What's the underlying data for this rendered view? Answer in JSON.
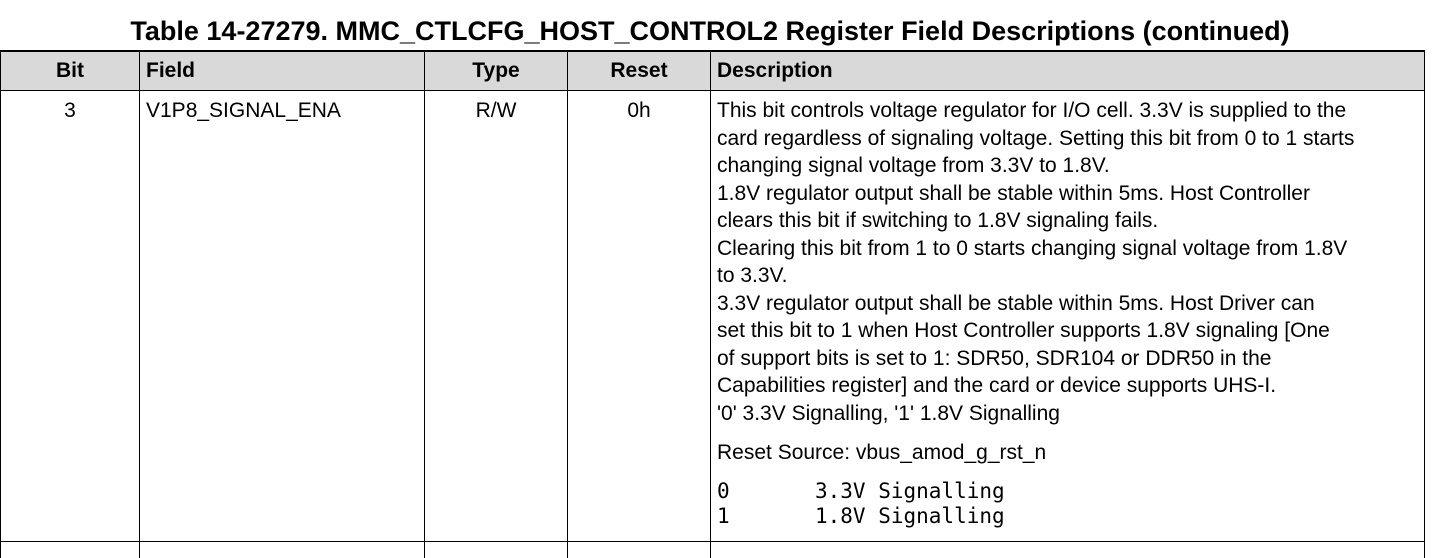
{
  "caption": "Table 14-27279. MMC_CTLCFG_HOST_CONTROL2 Register Field Descriptions (continued)",
  "headers": {
    "bit": "Bit",
    "field": "Field",
    "type": "Type",
    "reset": "Reset",
    "description": "Description"
  },
  "row": {
    "bit": "3",
    "field": "V1P8_SIGNAL_ENA",
    "type": "R/W",
    "reset": "0h",
    "description_lines": [
      "This bit controls voltage regulator for I/O cell. 3.3V is supplied to the",
      "card regardless of signaling voltage. Setting this bit from 0 to 1 starts",
      "changing signal voltage from 3.3V to 1.8V.",
      "1.8V regulator output shall be stable within 5ms. Host Controller",
      "clears this bit if switching to 1.8V signaling fails.",
      "Clearing this bit from 1 to 0 starts changing signal voltage from 1.8V",
      "to 3.3V.",
      "3.3V regulator output shall be stable within 5ms. Host Driver can",
      "set this bit to 1 when Host Controller supports 1.8V signaling [One",
      "of support bits is set to 1: SDR50, SDR104 or DDR50 in the",
      "Capabilities register] and the card or device supports UHS-I.",
      "'0' 3.3V Signalling, '1' 1.8V Signalling"
    ],
    "reset_source": "Reset Source: vbus_amod_g_rst_n",
    "enum": [
      {
        "value": "0",
        "label": "3.3V Signalling"
      },
      {
        "value": "1",
        "label": "1.8V Signalling"
      }
    ]
  }
}
